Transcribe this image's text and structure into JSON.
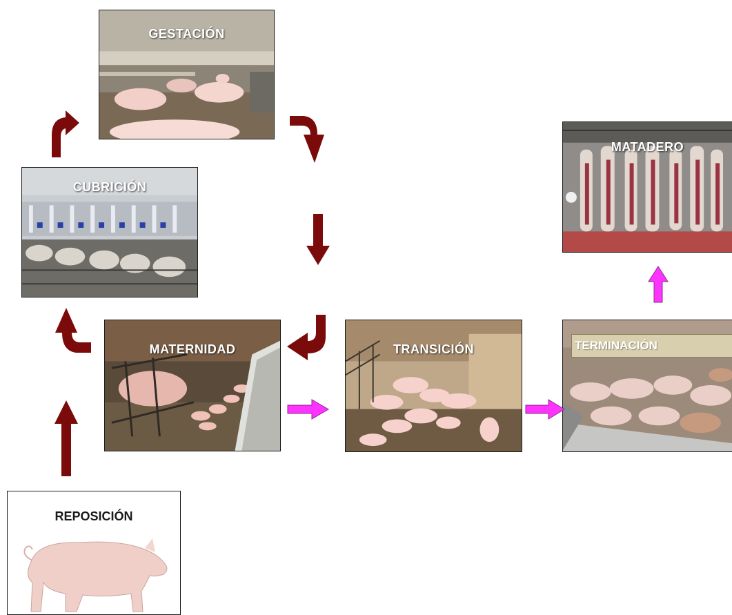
{
  "stages": {
    "gestacion": "GESTACIÓN",
    "cubricion": "CUBRICIÓN",
    "maternidad": "MATERNIDAD",
    "transicion": "TRANSICIÓN",
    "terminacion": "TERMINACIÓN",
    "matadero": "MATADERO",
    "reposicion": "REPOSICIÓN"
  },
  "colors": {
    "cycle_arrow": "#7b0b0b",
    "flow_arrow": "#ff33ff"
  },
  "icons": {
    "cycle_arrow": "curved-arrow-icon",
    "flow_arrow": "right-arrow-icon"
  }
}
